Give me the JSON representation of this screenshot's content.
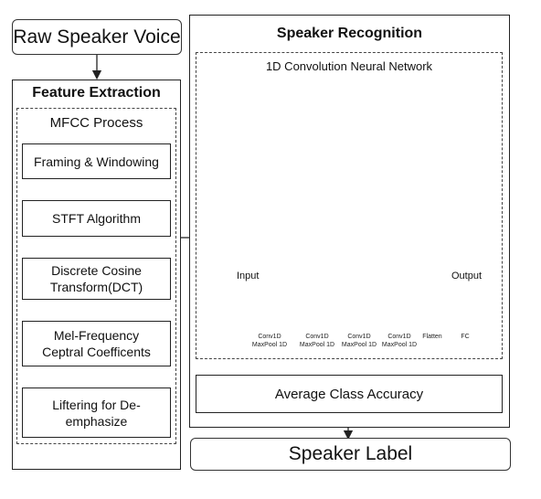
{
  "raw_voice": "Raw Speaker Voice",
  "feature_extraction": {
    "title": "Feature Extraction",
    "mfcc_title": "MFCC Process",
    "steps": [
      "Framing & Windowing",
      "STFT Algorithm",
      "Discrete Cosine Transform(DCT)",
      "Mel-Frequency Ceptral Coefficents",
      "Liftering for De-emphasize"
    ]
  },
  "speaker_recognition": {
    "title": "Speaker Recognition",
    "cnn_title": "1D Convolution Neural Network",
    "input_label": "Input",
    "output_label": "Output",
    "layers": [
      "Conv1D MaxPool 1D",
      "Conv1D MaxPool 1D",
      "Conv1D MaxPool 1D",
      "Conv1D MaxPool 1D",
      "Flatten",
      "FC"
    ],
    "accuracy": "Average Class Accuracy"
  },
  "speaker_label": "Speaker Label",
  "colors": {
    "orange": "#f2a36b",
    "blue": "#5a82c8",
    "border": "#222222"
  }
}
